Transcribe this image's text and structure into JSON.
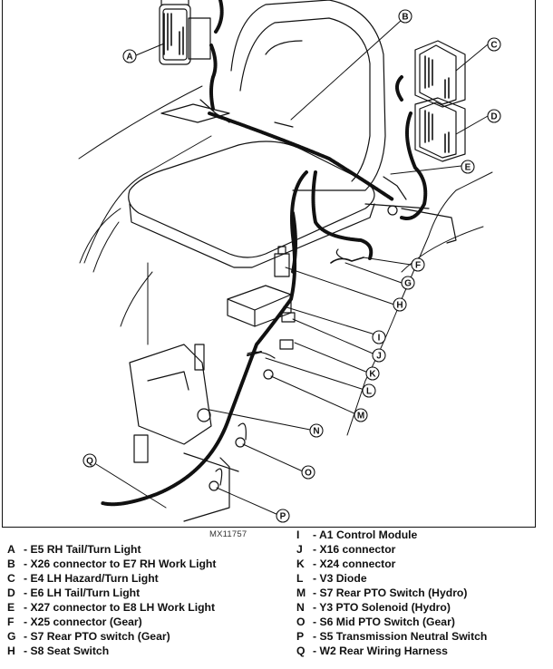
{
  "figure": {
    "id": "MX11757",
    "callouts": [
      "A",
      "B",
      "C",
      "D",
      "E",
      "F",
      "G",
      "H",
      "I",
      "J",
      "K",
      "L",
      "M",
      "N",
      "O",
      "P",
      "Q"
    ]
  },
  "legend": {
    "left": [
      {
        "key": "A",
        "text": "- E5 RH Tail/Turn Light"
      },
      {
        "key": "B",
        "text": "- X26 connector to E7 RH Work Light"
      },
      {
        "key": "C",
        "text": "- E4 LH Hazard/Turn Light"
      },
      {
        "key": "D",
        "text": "- E6 LH Tail/Turn Light"
      },
      {
        "key": "E",
        "text": "- X27 connector to E8 LH Work Light"
      },
      {
        "key": "F",
        "text": "- X25 connector (Gear)"
      },
      {
        "key": "G",
        "text": "- S7 Rear PTO switch (Gear)"
      },
      {
        "key": "H",
        "text": "- S8 Seat Switch"
      }
    ],
    "right": [
      {
        "key": "I",
        "text": "- A1 Control Module"
      },
      {
        "key": "J",
        "text": "- X16 connector"
      },
      {
        "key": "K",
        "text": "- X24 connector"
      },
      {
        "key": "L",
        "text": "- V3 Diode"
      },
      {
        "key": "M",
        "text": "- S7 Rear PTO Switch (Hydro)"
      },
      {
        "key": "N",
        "text": "- Y3 PTO Solenoid (Hydro)"
      },
      {
        "key": "O",
        "text": "- S6 Mid PTO Switch (Gear)"
      },
      {
        "key": "P",
        "text": "- S5 Transmission Neutral Switch"
      },
      {
        "key": "Q",
        "text": "- W2 Rear Wiring Harness"
      }
    ]
  }
}
